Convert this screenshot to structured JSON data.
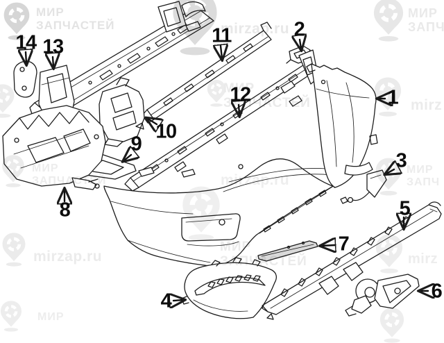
{
  "diagram": {
    "background": "#ffffff",
    "line_color": "#1c1c1c",
    "reflector_fill": "#d9d9d9"
  },
  "callouts": [
    {
      "label": "1"
    },
    {
      "label": "2"
    },
    {
      "label": "3"
    },
    {
      "label": "4"
    },
    {
      "label": "5"
    },
    {
      "label": "6"
    },
    {
      "label": "7"
    },
    {
      "label": "8"
    },
    {
      "label": "9"
    },
    {
      "label": "10"
    },
    {
      "label": "11"
    },
    {
      "label": "12"
    },
    {
      "label": "13"
    },
    {
      "label": "14"
    }
  ],
  "watermark": {
    "brand_line1": "МИР",
    "brand_line2": "ЗАПЧАСТЕЙ",
    "brand_line2_short": "ЗАПЧ",
    "site": "mirzap.ru",
    "site_short": "mirz",
    "text_color": "#e9e9e9",
    "logo_color": "#dcdcdc"
  }
}
